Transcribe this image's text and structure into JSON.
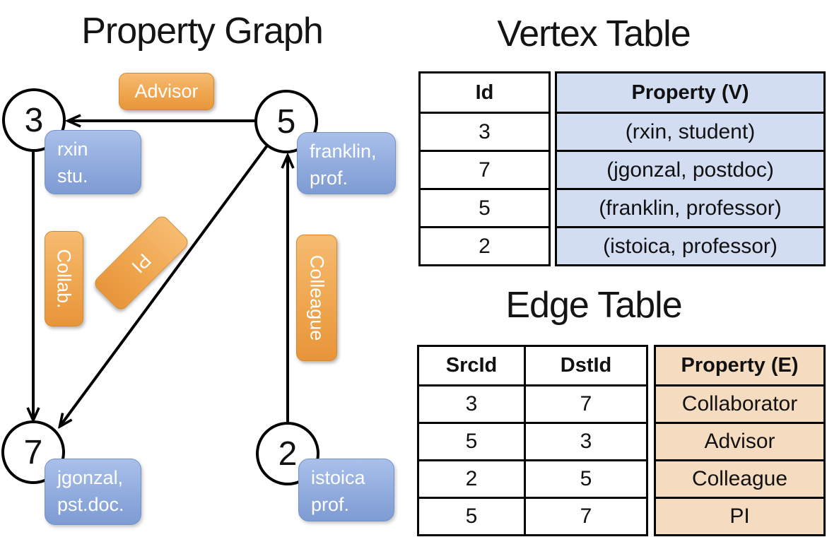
{
  "graph": {
    "title": "Property Graph",
    "nodes": [
      {
        "id": "3",
        "prop_line1": "rxin",
        "prop_line2": "stu."
      },
      {
        "id": "5",
        "prop_line1": "franklin,",
        "prop_line2": "prof."
      },
      {
        "id": "7",
        "prop_line1": "jgonzal,",
        "prop_line2": "pst.doc."
      },
      {
        "id": "2",
        "prop_line1": "istoica",
        "prop_line2": "prof."
      }
    ],
    "edges": [
      {
        "src": "5",
        "dst": "3",
        "label": "Advisor"
      },
      {
        "src": "3",
        "dst": "7",
        "label": "Collab."
      },
      {
        "src": "5",
        "dst": "7",
        "label": "PI"
      },
      {
        "src": "2",
        "dst": "5",
        "label": "Colleague"
      }
    ]
  },
  "vertex_table": {
    "title": "Vertex Table",
    "columns": {
      "id": "Id",
      "property": "Property (V)"
    },
    "rows": [
      {
        "id": "3",
        "property": "(rxin, student)"
      },
      {
        "id": "7",
        "property": "(jgonzal, postdoc)"
      },
      {
        "id": "5",
        "property": "(franklin, professor)"
      },
      {
        "id": "2",
        "property": "(istoica, professor)"
      }
    ]
  },
  "edge_table": {
    "title": "Edge Table",
    "columns": {
      "src": "SrcId",
      "dst": "DstId",
      "property": "Property (E)"
    },
    "rows": [
      {
        "src": "3",
        "dst": "7",
        "property": "Collaborator"
      },
      {
        "src": "5",
        "dst": "3",
        "property": "Advisor"
      },
      {
        "src": "2",
        "dst": "5",
        "property": "Colleague"
      },
      {
        "src": "5",
        "dst": "7",
        "property": "PI"
      }
    ]
  },
  "colors": {
    "edge_label_fill": "#efa64f",
    "edge_label_border": "#d2892f",
    "vertex_prop_fill": "#8ea9dc",
    "vertex_prop_border": "#7590c7",
    "vertex_table_cell_bg": "#d2ddf2",
    "edge_table_cell_bg": "#f5dcc0",
    "line_color": "#000000",
    "text_on_boxes": "#ffffff"
  }
}
